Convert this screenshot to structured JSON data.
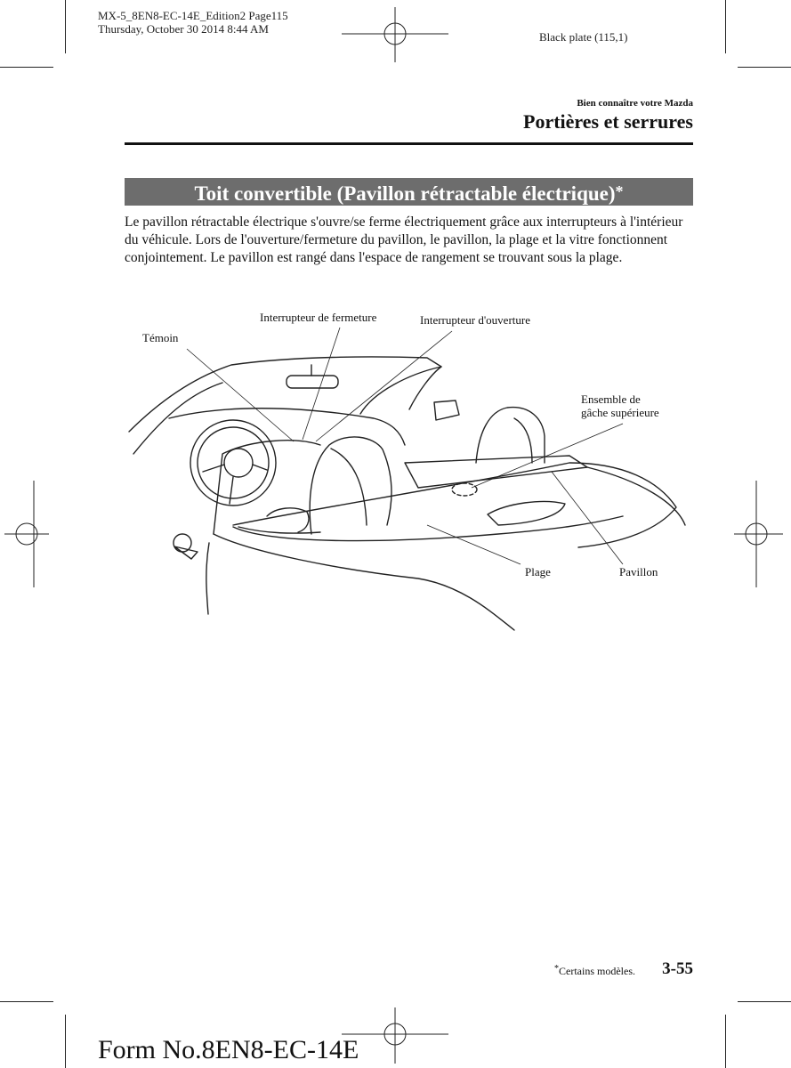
{
  "header": {
    "file_line": "MX-5_8EN8-EC-14E_Edition2 Page115",
    "date_line": "Thursday, October 30 2014 8:44 AM",
    "plate": "Black plate (115,1)"
  },
  "section": {
    "chapter": "Bien connaître votre Mazda",
    "title": "Portières et serrures"
  },
  "banner": {
    "title": "Toit convertible (Pavillon rétractable électrique)",
    "star": "*"
  },
  "body": {
    "paragraph": "Le pavillon rétractable électrique s'ouvre/se ferme électriquement grâce aux interrupteurs à l'intérieur du véhicule. Lors de l'ouverture/fermeture du pavillon, le pavillon, la plage et la vitre fonctionnent conjointement. Le pavillon est rangé dans l'espace de rangement se trouvant sous la plage."
  },
  "figure": {
    "labels": {
      "temoin": "Témoin",
      "interrupteur_fermeture": "Interrupteur de fermeture",
      "interrupteur_ouverture": "Interrupteur d'ouverture",
      "ensemble_line1": "Ensemble de",
      "ensemble_line2": "gâche supérieure",
      "plage": "Plage",
      "pavillon": "Pavillon"
    }
  },
  "footer": {
    "star": "*",
    "note": "Certains modèles.",
    "page_number": "3-55",
    "form_number": "Form No.8EN8-EC-14E"
  }
}
